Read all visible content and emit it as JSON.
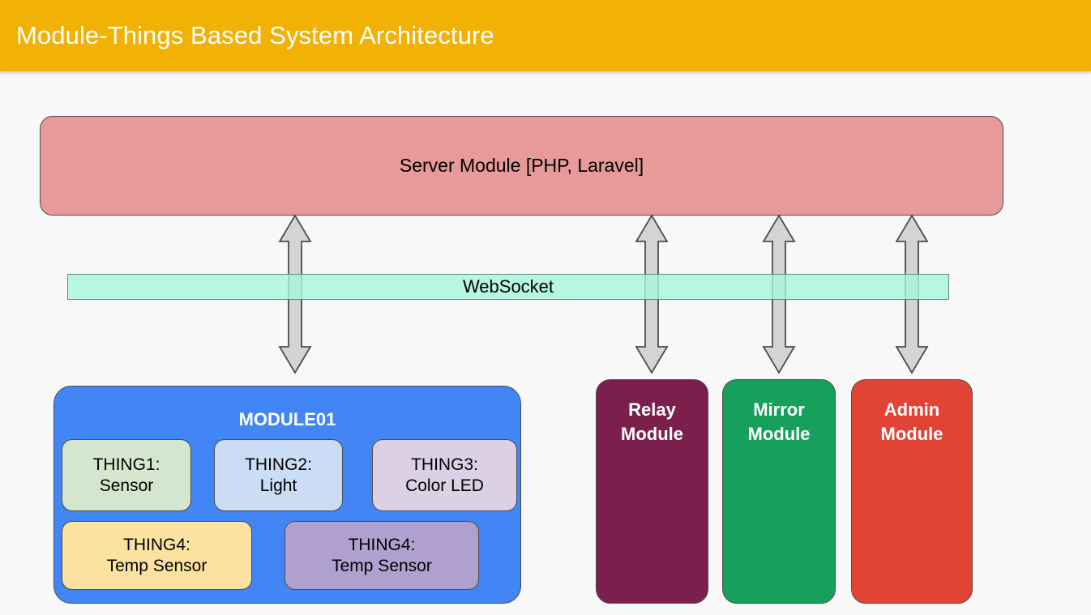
{
  "header": {
    "title": "Module-Things Based System Architecture",
    "background_color": "#F2B105",
    "text_color": "#FFFFFF"
  },
  "diagram": {
    "background_color": "#F8F8F8",
    "server": {
      "label": "Server Module [PHP, Laravel]",
      "color": "#E89A9A"
    },
    "bus": {
      "label": "WebSocket",
      "color": "#A6F5DB",
      "border_color": "#5F8A80"
    },
    "module01": {
      "title": "MODULE01",
      "color": "#4285F4",
      "things": [
        {
          "name": "THING1:",
          "role": "Sensor",
          "color": "#D4E6CD"
        },
        {
          "name": "THING2:",
          "role": "Light",
          "color": "#CBDCF5"
        },
        {
          "name": "THING3:",
          "role": "Color LED",
          "color": "#DBD0E4"
        },
        {
          "name": "THING4:",
          "role": "Temp Sensor",
          "color": "#FBE2A0"
        },
        {
          "name": "THING4:",
          "role": "Temp Sensor",
          "color": "#B0A0D0"
        }
      ]
    },
    "side_modules": [
      {
        "line1": "Relay",
        "line2": "Module",
        "color": "#7B1F4D"
      },
      {
        "line1": "Mirror",
        "line2": "Module",
        "color": "#16A05C"
      },
      {
        "line1": "Admin",
        "line2": "Module",
        "color": "#E14434"
      }
    ],
    "connectors": {
      "name": "bidirectional-arrow",
      "count": 4,
      "fill_color": "#D4D4D4",
      "stroke_color": "#4D4D4D"
    }
  }
}
